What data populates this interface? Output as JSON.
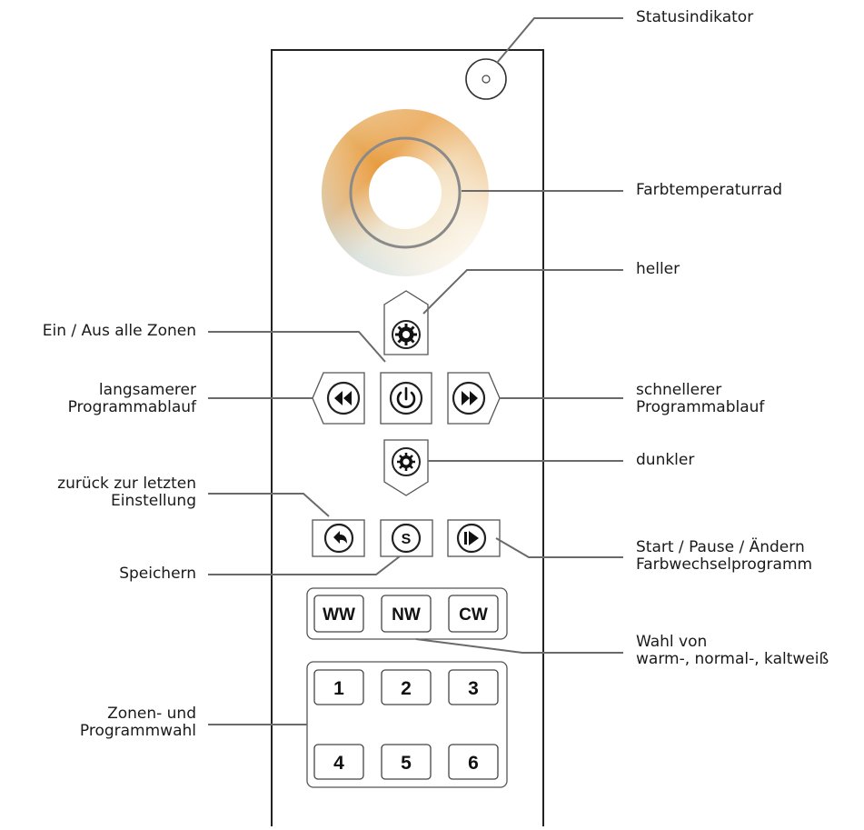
{
  "callouts": {
    "status": "Statusindikator",
    "wheel": "Farbtemperaturrad",
    "brighter": "heller",
    "onoff": "Ein / Aus alle Zonen",
    "slower_l1": "langsamerer",
    "slower_l2": "Programmablauf",
    "faster_l1": "schnellerer",
    "faster_l2": "Programmablauf",
    "darker": "dunkler",
    "back_l1": "zurück zur letzten",
    "back_l2": "Einstellung",
    "start_l1": "Start / Pause / Ändern",
    "start_l2": "Farbwechselprogramm",
    "save": "Speichern",
    "white_l1": "Wahl von",
    "white_l2": "warm-, normal-, kaltweiß",
    "zones_l1": "Zonen- und",
    "zones_l2": "Programmwahl"
  },
  "buttons": {
    "save": "S",
    "ww": "WW",
    "nw": "NW",
    "cw": "CW",
    "z1": "1",
    "z2": "2",
    "z3": "3",
    "z4": "4",
    "z5": "5",
    "z6": "6"
  },
  "icons": {
    "status": "status-led-icon",
    "brighter": "sun-large-icon",
    "darker": "sun-small-icon",
    "power": "power-icon",
    "rewind": "rewind-icon",
    "fast_forward": "fast-forward-icon",
    "back": "back-arrow-icon",
    "play_pause": "play-pause-icon"
  },
  "colors": {
    "outline": "#3a3a3a",
    "leader": "#666666",
    "warm": "#e8a04a",
    "cool": "#bcd8e8"
  }
}
